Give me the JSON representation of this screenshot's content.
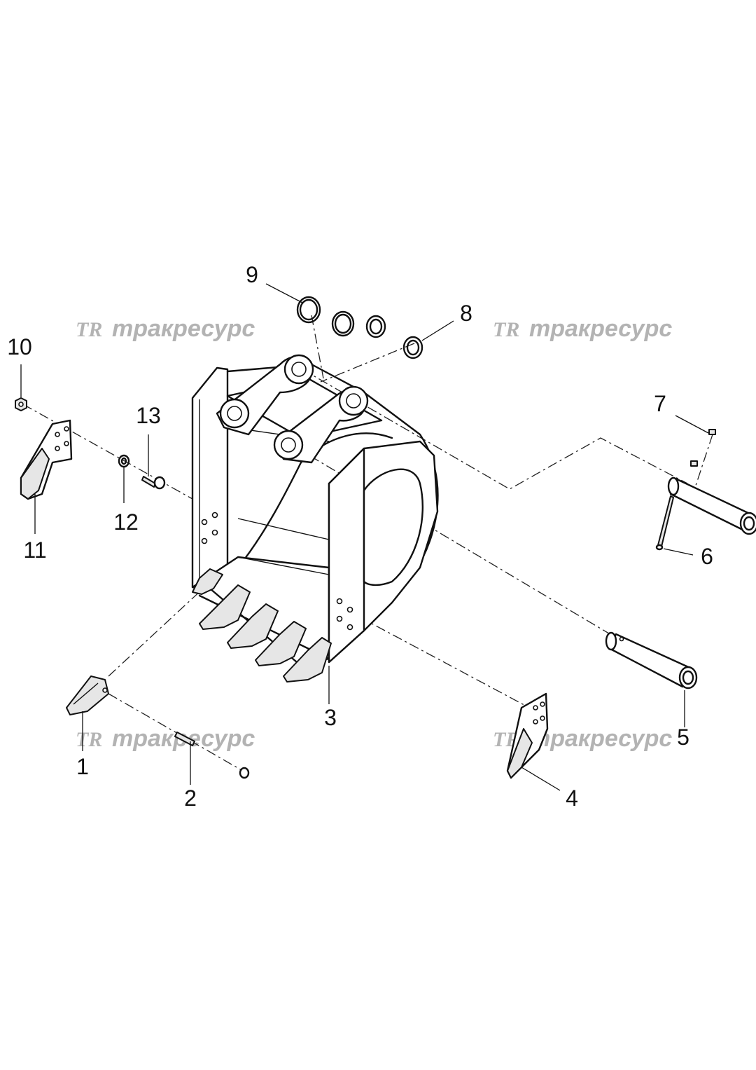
{
  "diagram": {
    "background": "#ffffff",
    "line_color": "#111111",
    "watermark_color": "#b3b3b3",
    "watermarks": [
      {
        "logo": "TR",
        "text": "тракресурс"
      },
      {
        "logo": "TR",
        "text": "тракресурс"
      },
      {
        "logo": "TR",
        "text": "тракресурс"
      },
      {
        "logo": "TR",
        "text": "тракресурс"
      }
    ],
    "callouts": [
      "1",
      "2",
      "3",
      "4",
      "5",
      "6",
      "7",
      "8",
      "9",
      "10",
      "11",
      "12",
      "13"
    ]
  }
}
